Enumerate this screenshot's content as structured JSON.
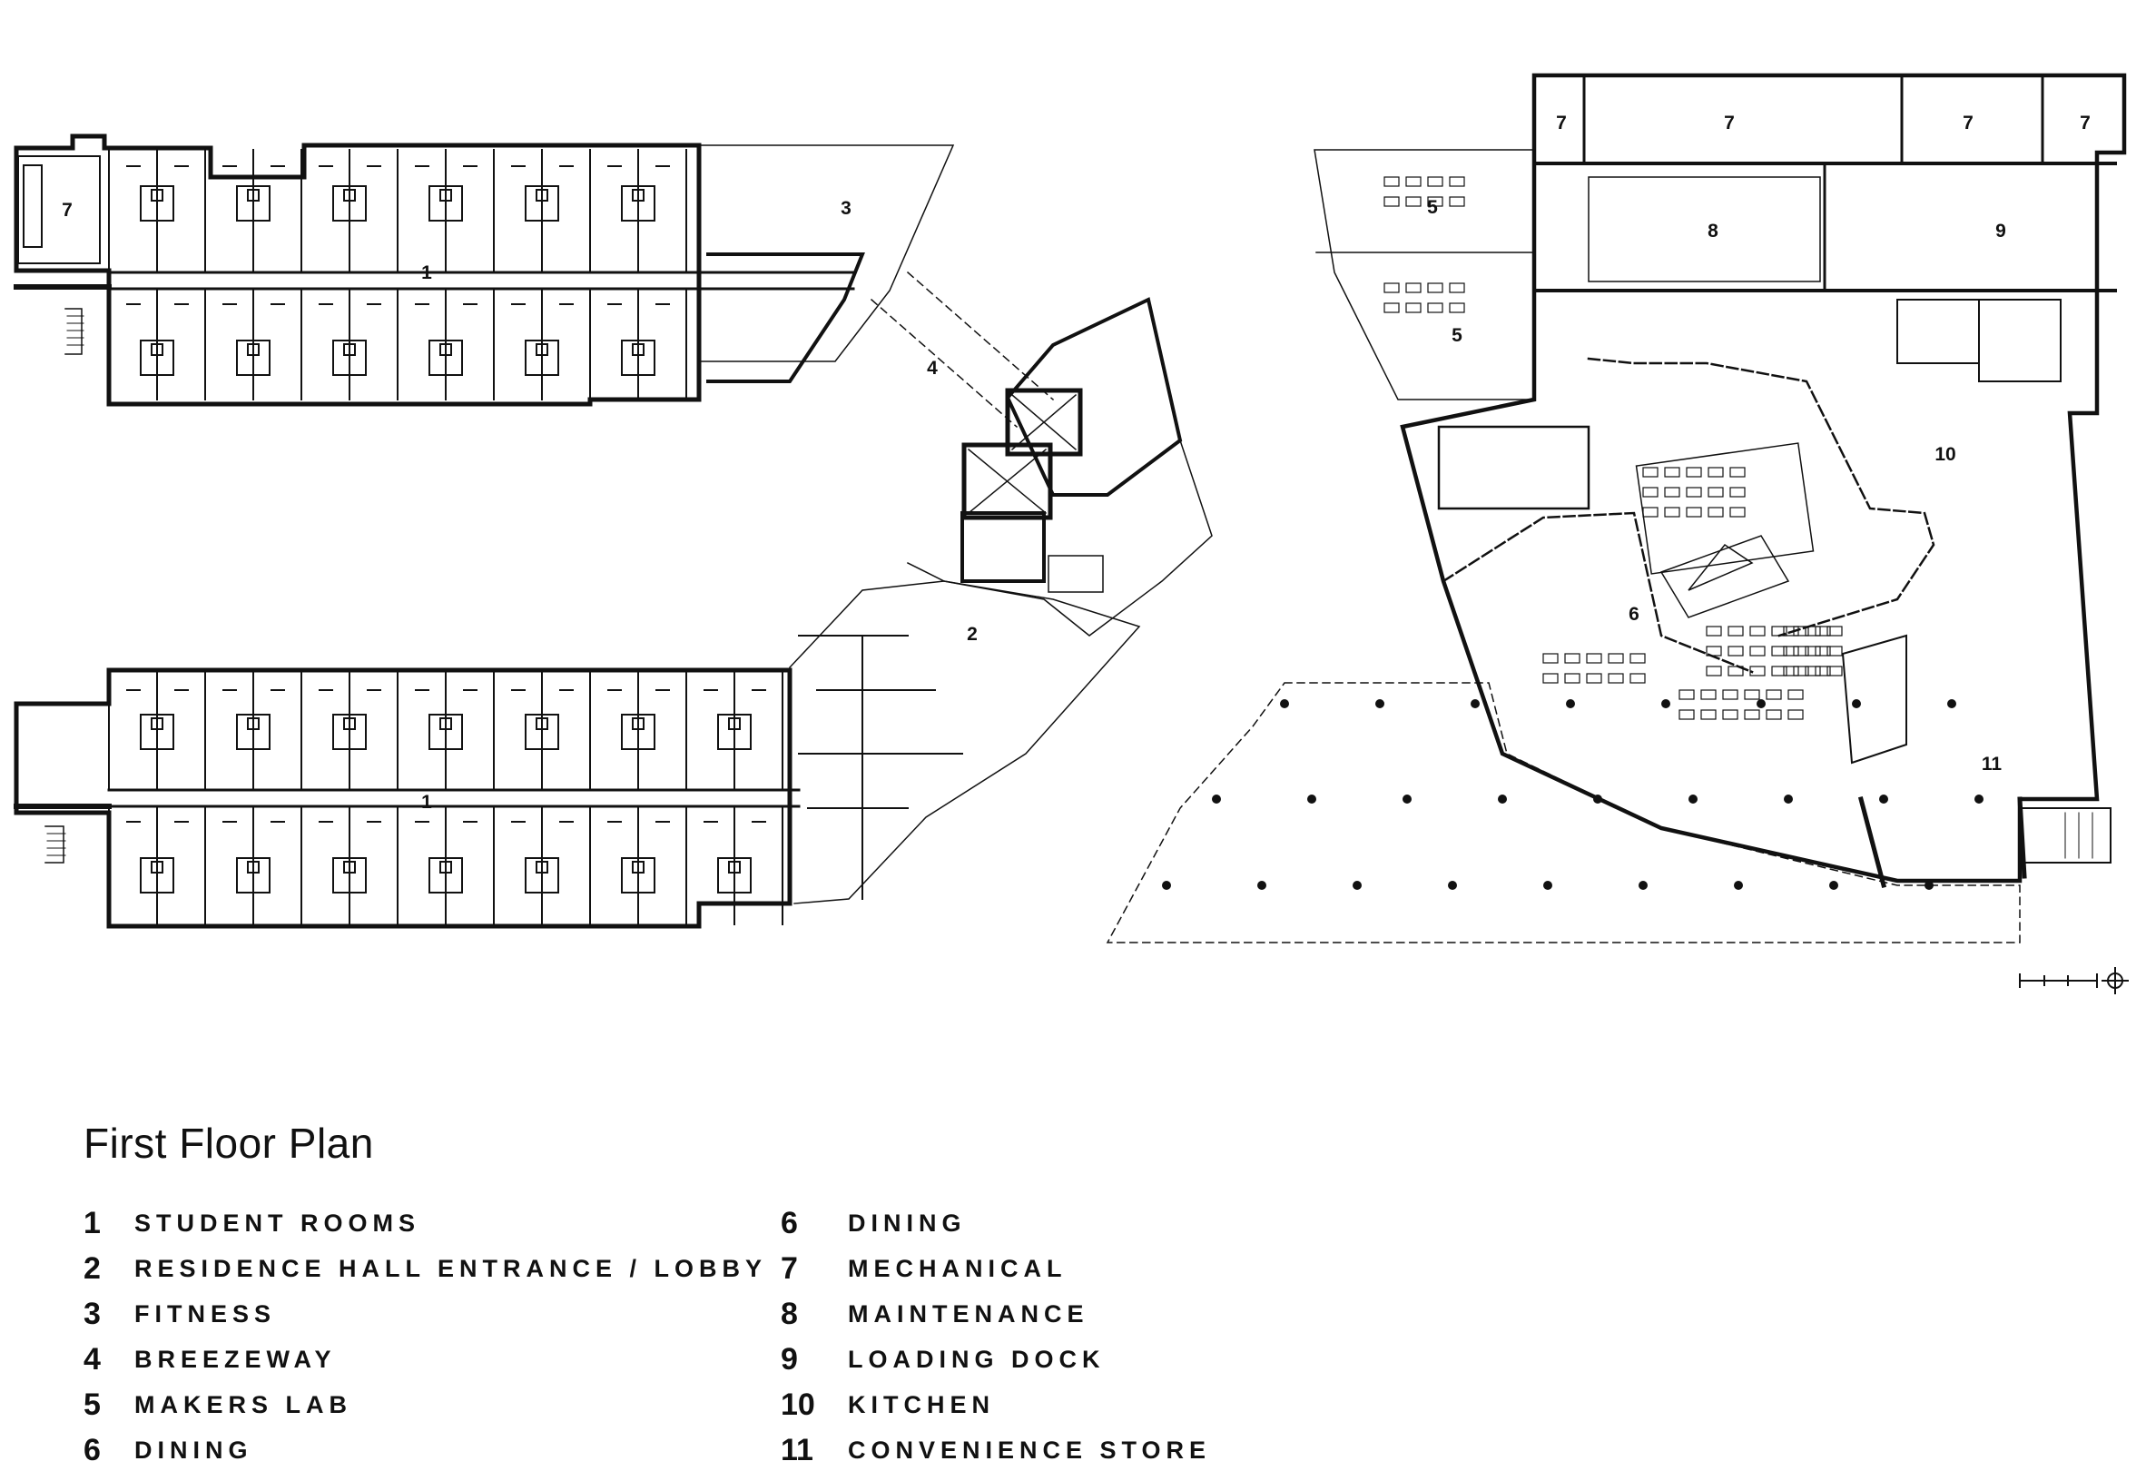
{
  "title": "First Floor Plan",
  "legend_left": [
    {
      "num": "1",
      "label": "STUDENT ROOMS"
    },
    {
      "num": "2",
      "label": "RESIDENCE HALL ENTRANCE / LOBBY"
    },
    {
      "num": "3",
      "label": "FITNESS"
    },
    {
      "num": "4",
      "label": "BREEZEWAY"
    },
    {
      "num": "5",
      "label": "MAKERS LAB"
    },
    {
      "num": "6",
      "label": "DINING"
    }
  ],
  "legend_right": [
    {
      "num": "6",
      "label": "DINING"
    },
    {
      "num": "7",
      "label": "MECHANICAL"
    },
    {
      "num": "8",
      "label": "MAINTENANCE"
    },
    {
      "num": "9",
      "label": "LOADING DOCK"
    },
    {
      "num": "10",
      "label": "KITCHEN"
    },
    {
      "num": "11",
      "label": "CONVENIENCE STORE"
    }
  ],
  "plan_labels": {
    "student_rooms": "1",
    "lobby": "2",
    "fitness": "3",
    "breezeway": "4",
    "makers_lab": "5",
    "dining": "6",
    "mechanical": "7",
    "maintenance": "8",
    "loading_dock": "9",
    "kitchen": "10",
    "convenience_store": "11"
  }
}
